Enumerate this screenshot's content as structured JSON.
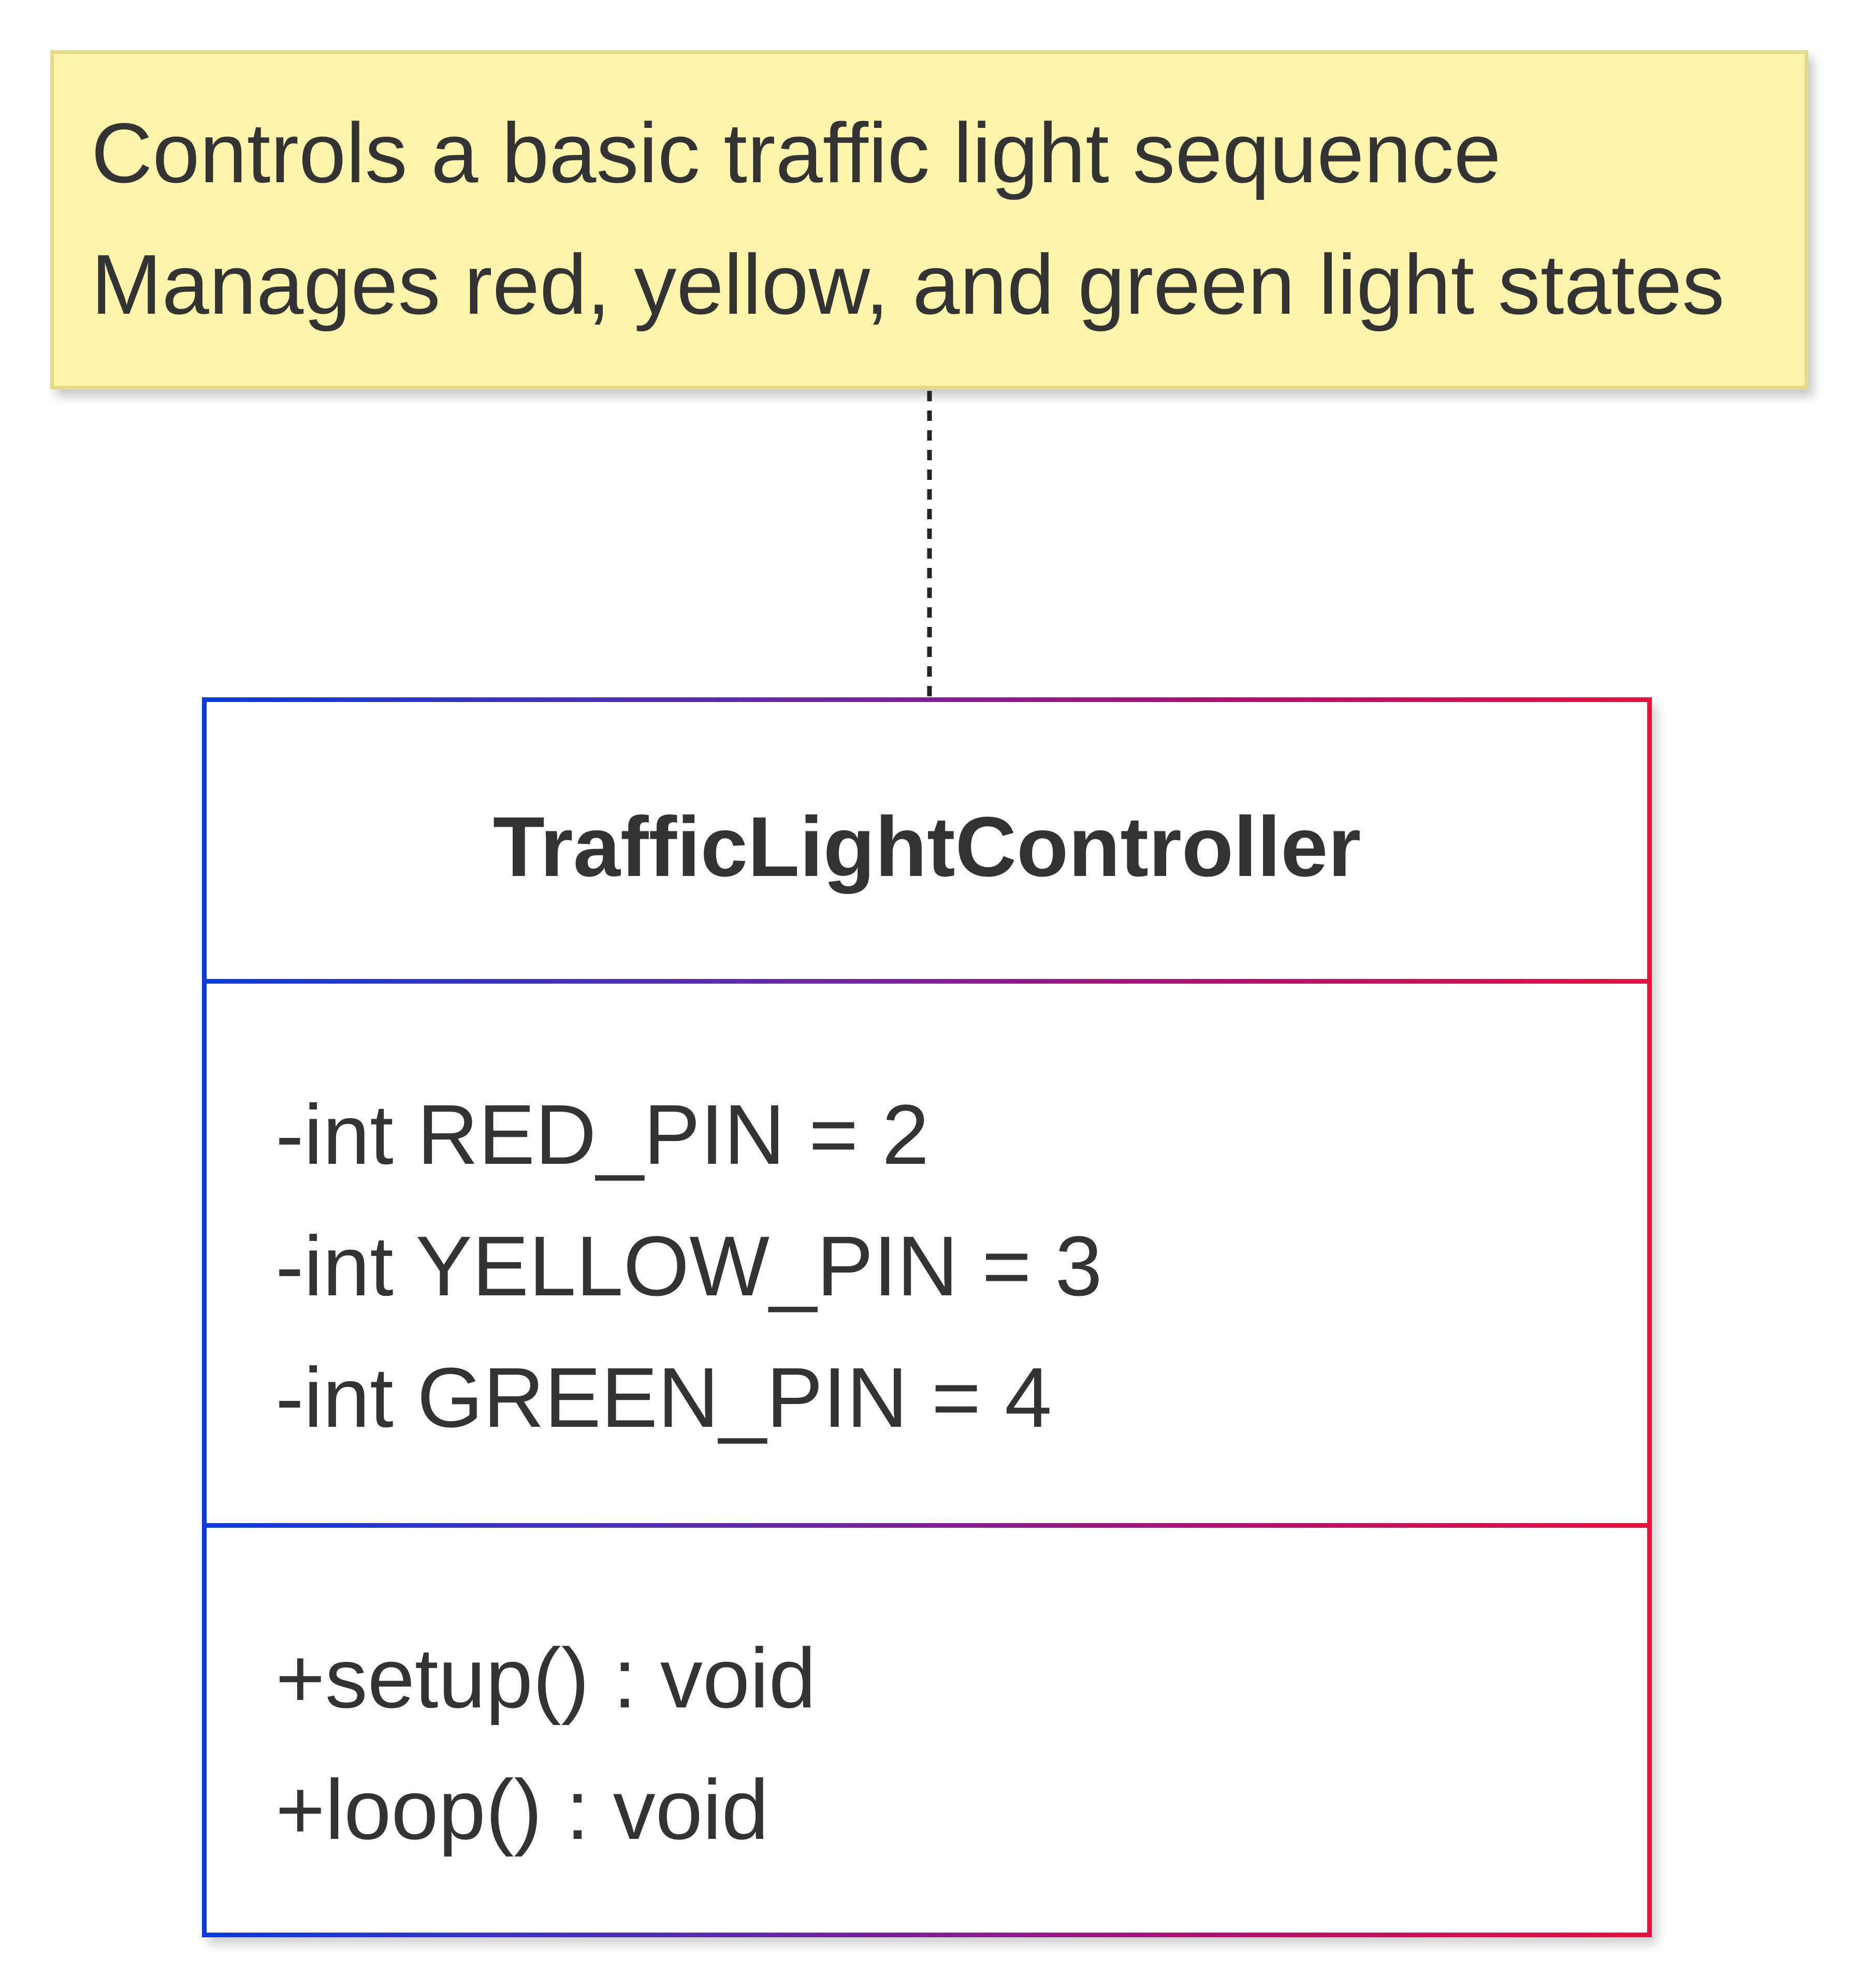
{
  "note": {
    "lines": [
      "Controls a basic traffic light sequence",
      "Manages red, yellow, and green light states"
    ]
  },
  "class": {
    "name": "TrafficLightController",
    "attributes": [
      "-int RED_PIN = 2",
      "-int YELLOW_PIN = 3",
      "-int GREEN_PIN = 4"
    ],
    "methods": [
      "+setup() : void",
      "+loop() : void"
    ]
  },
  "colors": {
    "note_fill": "#fff5ad",
    "note_border": "#e6d98a",
    "class_border_start": "#0a3be0",
    "class_border_end": "#e8103c",
    "text": "#333333"
  }
}
